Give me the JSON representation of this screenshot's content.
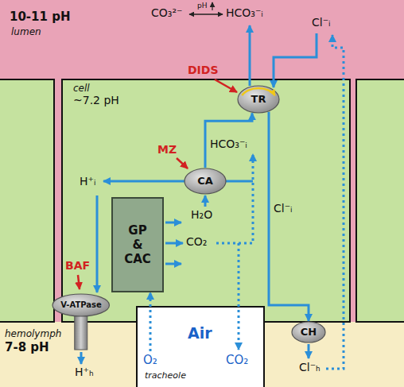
{
  "diagram": {
    "nodes": [
      {
        "text": [
          "10-11 pH",
          "lumen"
        ]
      },
      {
        "text": [
          "cell",
          "~7.2 pH"
        ]
      },
      {
        "text": [
          "TR"
        ],
        "in": 1
      },
      {
        "text": [
          "CA"
        ],
        "in": 1
      },
      {
        "text": [
          "GP & CAC"
        ],
        "in": 1
      },
      {
        "text": [
          "V-ATPase"
        ],
        "in": 1
      },
      {
        "text": [
          "CH"
        ],
        "in": 1
      },
      {
        "text": [
          "hemolymph",
          "7-8 pH"
        ]
      },
      {
        "text": [
          "Air",
          "O₂",
          "CO₂",
          "tracheole"
        ]
      }
    ],
    "edges": [
      {
        "from": 3,
        "to": 2,
        "arrow": "to",
        "label": "HCO₃⁻ᵢ"
      },
      {
        "from": 2,
        "to": 6,
        "arrow": "to",
        "label": "Cl⁻ᵢ"
      },
      {
        "from": 8,
        "to": 4,
        "arrow": "to"
      }
    ],
    "labels": [
      "CO₃²⁻",
      "pH",
      "HCO₃⁻ᵢ",
      "Cl⁻ᵢ",
      "DIDS",
      "MZ",
      "H⁺ᵢ",
      "H₂O",
      "CO₂",
      "BAF",
      "H⁺ₕ",
      "Cl⁻ₕ"
    ]
  }
}
